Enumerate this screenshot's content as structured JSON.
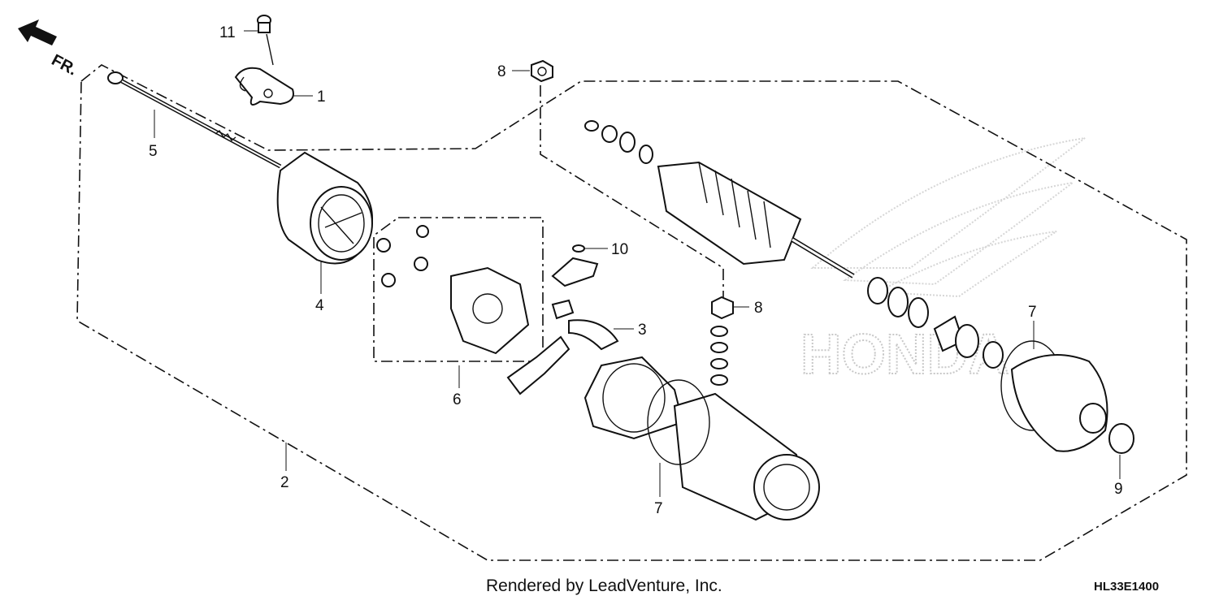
{
  "callouts": [
    {
      "id": "1",
      "label": "1"
    },
    {
      "id": "2",
      "label": "2"
    },
    {
      "id": "3",
      "label": "3"
    },
    {
      "id": "4",
      "label": "4"
    },
    {
      "id": "5",
      "label": "5"
    },
    {
      "id": "6",
      "label": "6"
    },
    {
      "id": "7a",
      "label": "7"
    },
    {
      "id": "7b",
      "label": "7"
    },
    {
      "id": "8a",
      "label": "8"
    },
    {
      "id": "8b",
      "label": "8"
    },
    {
      "id": "9",
      "label": "9"
    },
    {
      "id": "10",
      "label": "10"
    },
    {
      "id": "11",
      "label": "11"
    }
  ],
  "direction_label": "FR.",
  "watermark": "HONDA",
  "footer": {
    "credit": "Rendered by LeadVenture, Inc.",
    "code": "HL33E1400"
  }
}
